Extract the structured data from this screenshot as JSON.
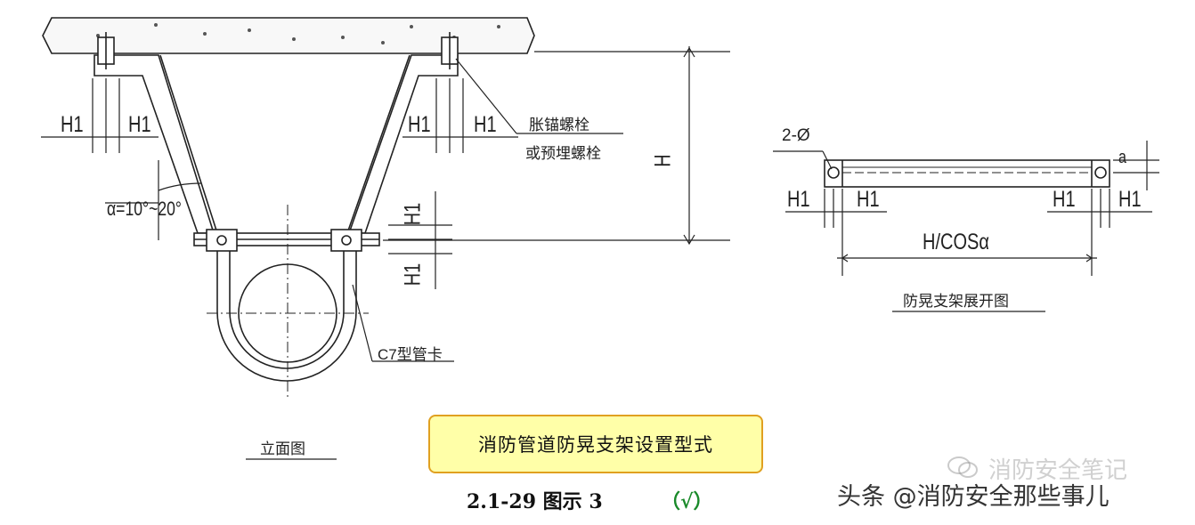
{
  "elevation_view": {
    "h1_labels": [
      "H1",
      "H1",
      "H1",
      "H1",
      "H1",
      "H1"
    ],
    "anchor_bolt_label_1": "胀锚螺栓",
    "anchor_bolt_label_2": "或预埋螺栓",
    "height_label": "H",
    "angle_label": "α=10°~20°",
    "clamp_label": "C7型管卡",
    "view_title": "立面图"
  },
  "unfolded_view": {
    "holes_label": "2-Ø",
    "h1_labels": [
      "H1",
      "H1",
      "H1",
      "H1"
    ],
    "a_label": "a",
    "length_label": "H/COSα",
    "view_title": "防晃支架展开图"
  },
  "title_box": {
    "text": "消防管道防晃支架设置型式"
  },
  "figure_caption": {
    "text": "2.1-29 图示 3",
    "mark": "（√）"
  },
  "watermarks": {
    "wechat": "消防安全笔记",
    "toutiao": "头条 @消防安全那些事儿"
  }
}
